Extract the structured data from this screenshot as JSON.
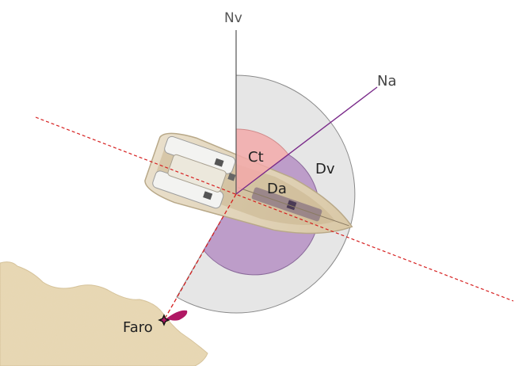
{
  "labels": {
    "north_true": "Nv",
    "north_magnetic": "Na",
    "true_heading": "Ct",
    "magnetic_deviation": "Da",
    "true_deviation": "Dv",
    "lighthouse": "Faro"
  },
  "colors": {
    "true_heading_sector": "#f2a9a9",
    "magnetic_sector": "#b58fc3",
    "true_sector": "#e6e6e6",
    "magnetic_line": "#7a2a8a",
    "bearing_line": "#d62020",
    "land": "#e8d8b4",
    "lighthouse_light": "#b01864"
  },
  "icons": {
    "lighthouse": "lighthouse-star-icon",
    "boat": "sailboat-topview-icon"
  }
}
